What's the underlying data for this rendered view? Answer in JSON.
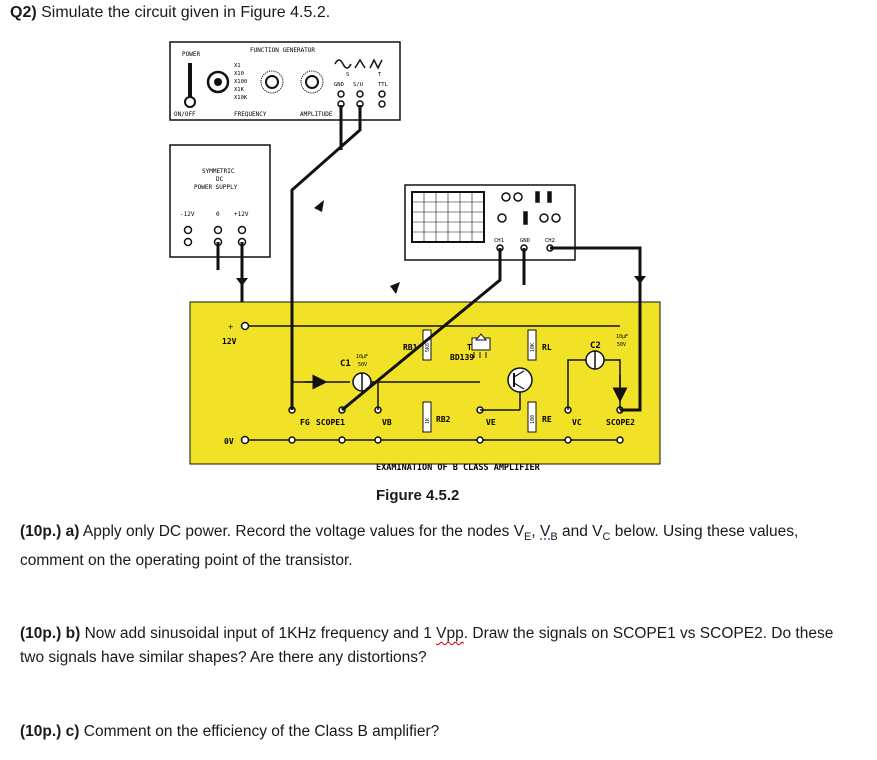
{
  "question": {
    "number": "Q2)",
    "text": "Simulate the circuit given in Figure 4.5.2."
  },
  "figure": {
    "caption": "Figure 4.5.2",
    "function_generator": {
      "title": "FUNCTION GENERATOR",
      "power_label": "POWER",
      "on_off_label": "ON/OFF",
      "range_options": [
        "X1",
        "X10",
        "X100",
        "X1K",
        "X10K"
      ],
      "frequency_label": "FREQUENCY",
      "amplitude_label": "AMPLITUDE",
      "outputs": [
        "GND",
        "S/U",
        "TTL"
      ],
      "waveform_labels": [
        "S",
        "T"
      ]
    },
    "power_supply": {
      "title_lines": [
        "SYMMETRIC",
        "DC",
        "POWER SUPPLY"
      ],
      "terminals": [
        "-12V",
        "0",
        "+12V"
      ]
    },
    "oscilloscope": {
      "inputs": [
        "CH1",
        "GND",
        "CH2"
      ]
    },
    "board": {
      "title": "EXAMINATION OF B CLASS AMPLIFIER",
      "supply_label": "12V",
      "ground_label": "0V",
      "components": {
        "c1": "C1",
        "c1_value": "10µF",
        "c1_voltage": "50V",
        "c2": "C2",
        "c2_value": "10µF",
        "c2_voltage": "50V",
        "rb1": "RB1",
        "rb2": "RB2",
        "rl": "RL",
        "re": "RE",
        "transistor_label": "T",
        "transistor_type": "BD139",
        "rb1_value": "5K6",
        "rb2_value": "1K",
        "rl_value": "10K",
        "re_value": "100"
      },
      "nodes": [
        "FG",
        "SCOPE1",
        "VB",
        "VE",
        "VC",
        "SCOPE2"
      ]
    }
  },
  "parts": {
    "a": {
      "points": "(10p.)",
      "letter": "a)",
      "text_1": "Apply only DC power. Record the voltage values for the nodes V",
      "sub_e": "E",
      "text_2": ", ",
      "vb_v": "V",
      "sub_b": "B",
      "text_3": " and V",
      "sub_c": "C",
      "text_4": " below. Using these values, comment on the operating point of the transistor."
    },
    "b": {
      "points": "(10p.)",
      "letter": "b)",
      "text_1": "Now add sinusoidal input of 1KHz frequency and 1 ",
      "vpp": "Vpp",
      "text_2": ". Draw the signals on SCOPE1 vs SCOPE2. Do these two signals have similar shapes? Are there any distortions?"
    },
    "c": {
      "points": "(10p.)",
      "letter": "c)",
      "text": "Comment on the efficiency of the Class B amplifier?"
    }
  },
  "colors": {
    "board_fill": "#f2e227",
    "wire": "#111111",
    "link_text": "#2c5fb0"
  }
}
